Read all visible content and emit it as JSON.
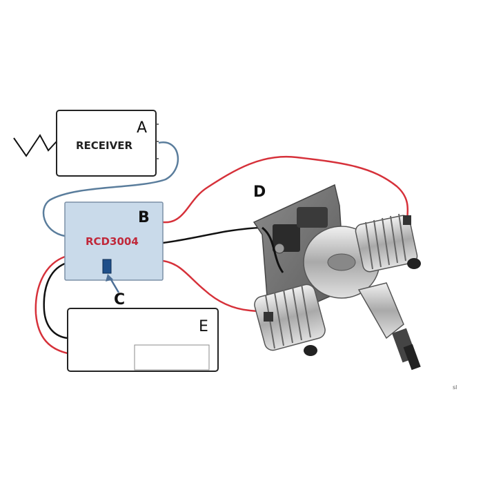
{
  "diagram": {
    "receiver": {
      "letter": "A",
      "label": "RECEIVER"
    },
    "controller": {
      "letter": "B",
      "model": "RCD3004"
    },
    "switch": {
      "letter": "C"
    },
    "engine": {
      "letter": "D"
    },
    "battery": {
      "letter": "E"
    },
    "footnote": "sl",
    "colors": {
      "controller_fill": "#c9daea",
      "model_text": "#c0283a",
      "wire_red": "#d6313a",
      "wire_black": "#111111",
      "wire_blue": "#5a7d9c",
      "switch_blue": "#1f4f8a"
    }
  }
}
